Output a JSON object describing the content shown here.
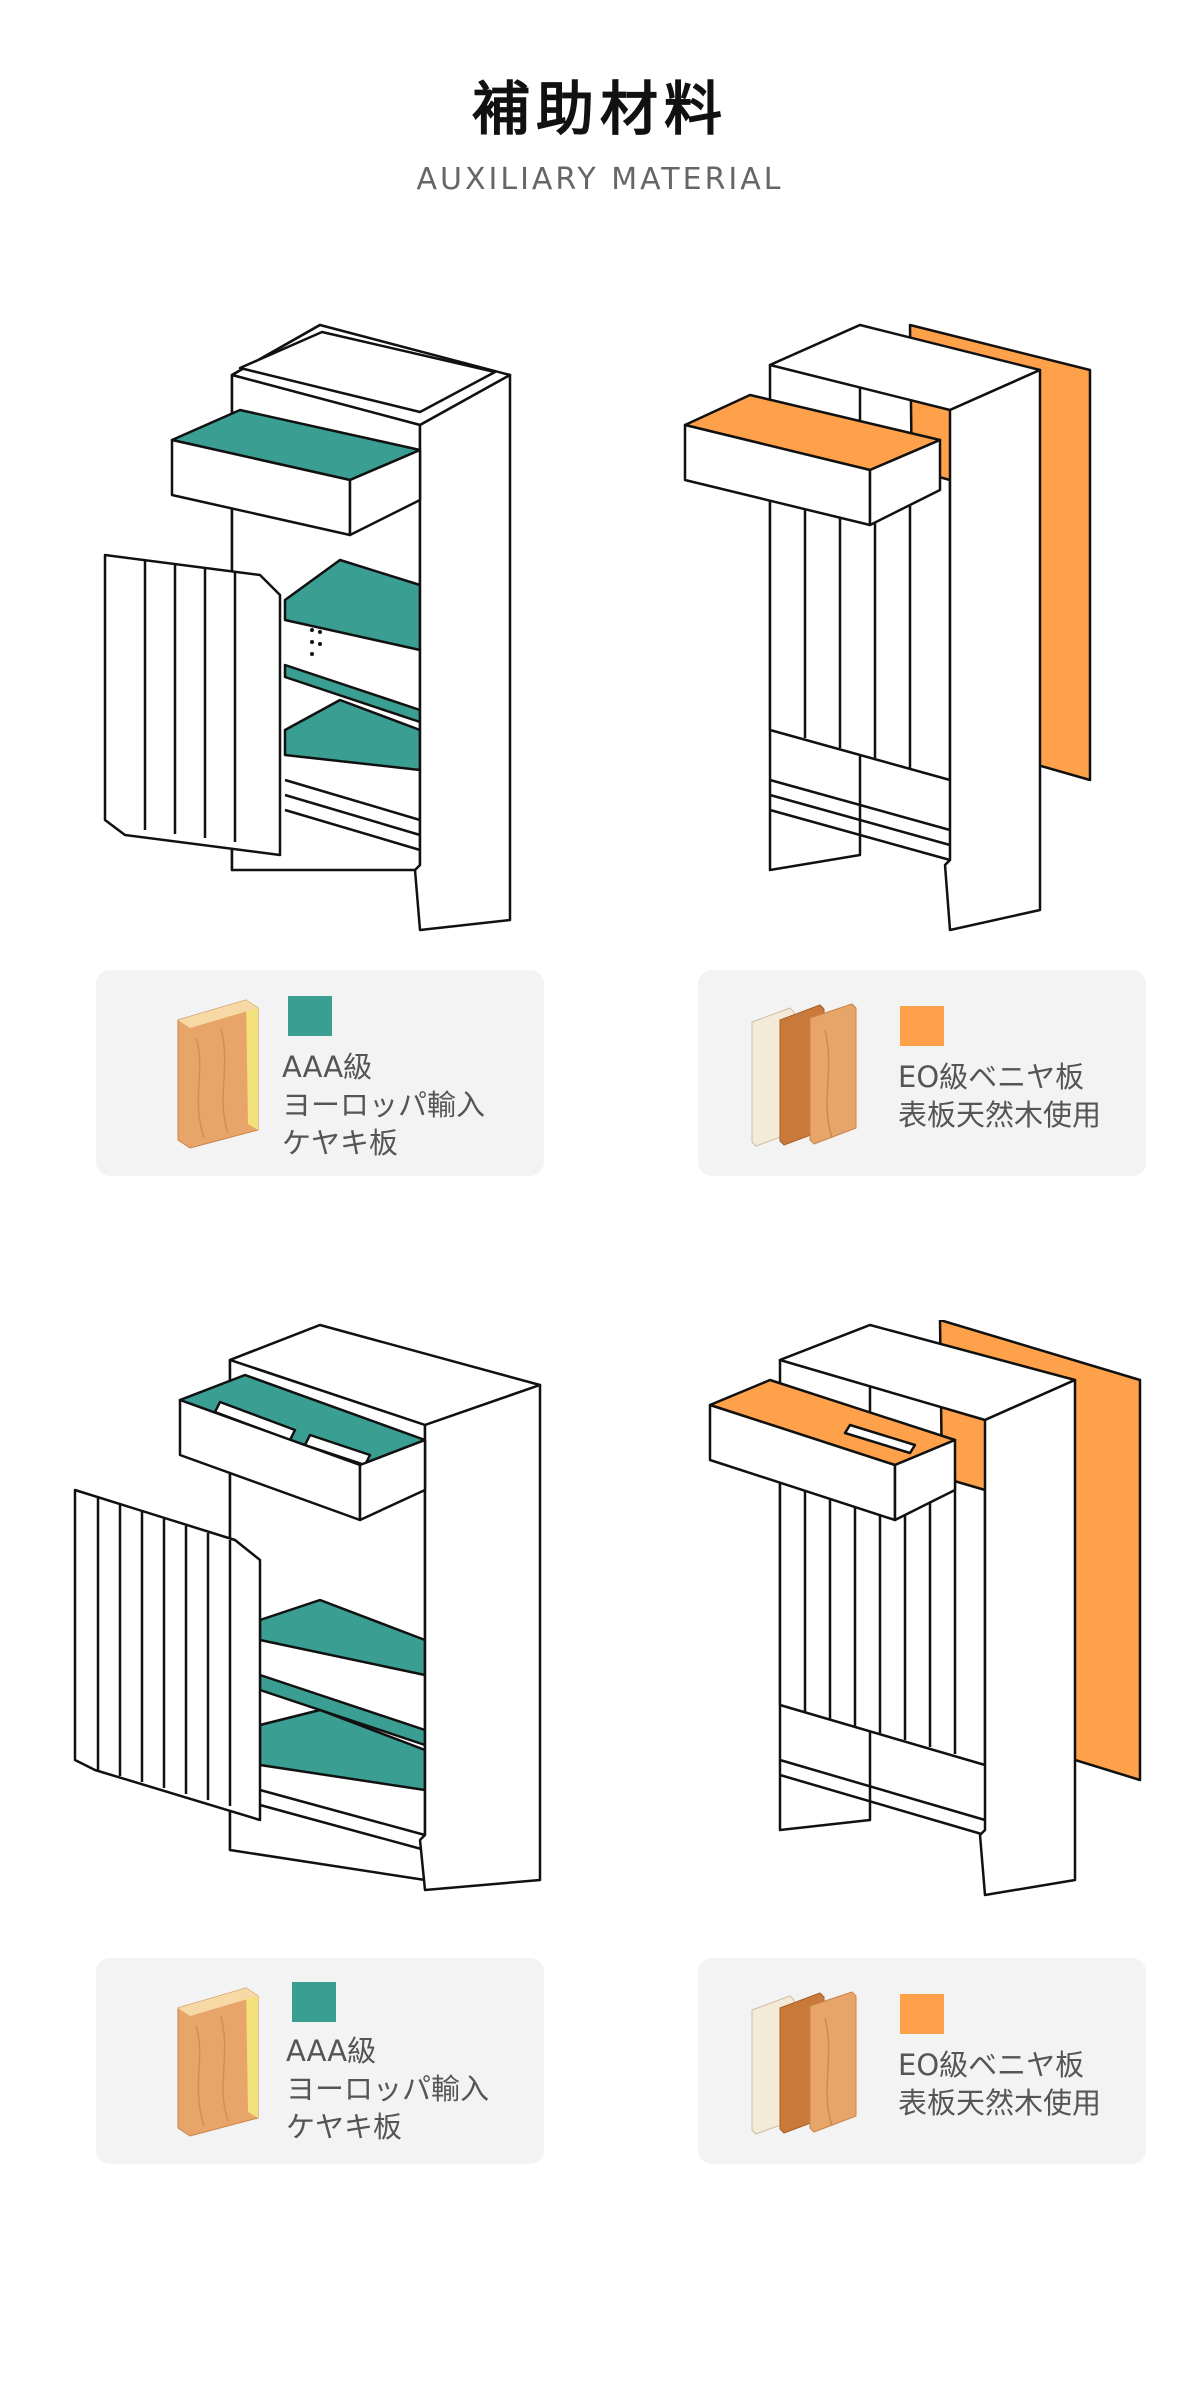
{
  "header": {
    "title": "補助材料",
    "subtitle": "AUXILIARY MATERIAL"
  },
  "colors": {
    "teal": "#3a9e92",
    "orange": "#ffa14a",
    "card_bg": "#f3f3f3",
    "wood": "#e8a56a"
  },
  "panels": [
    {
      "swatch_color": "#3a9e92",
      "lines": [
        "AAA級",
        "ヨーロッパ輸入",
        "ケヤキ板"
      ]
    },
    {
      "swatch_color": "#ffa14a",
      "lines": [
        "EO級ベニヤ板",
        "表板天然木使用"
      ]
    },
    {
      "swatch_color": "#3a9e92",
      "lines": [
        "AAA級",
        "ヨーロッパ輸入",
        "ケヤキ板"
      ]
    },
    {
      "swatch_color": "#ffa14a",
      "lines": [
        "EO級ベニヤ板",
        "表板天然木使用"
      ]
    }
  ]
}
